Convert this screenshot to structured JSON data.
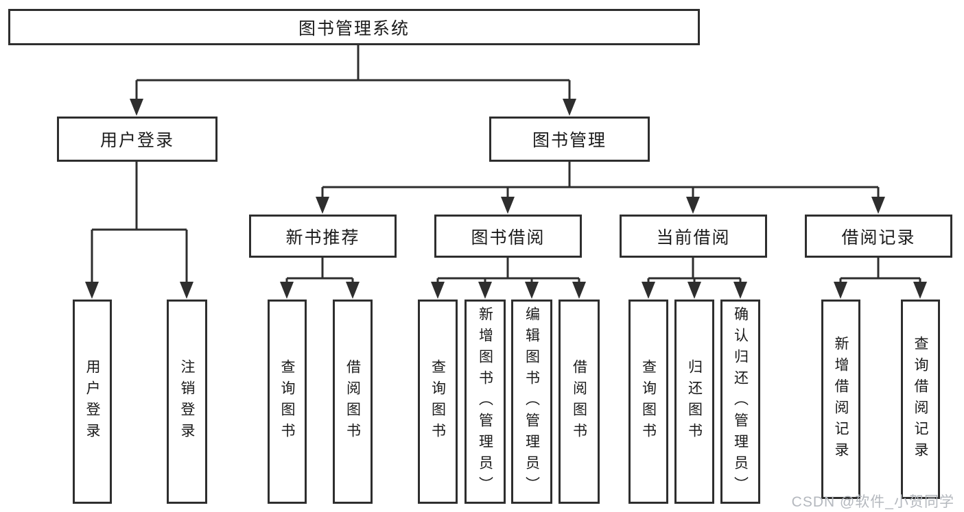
{
  "diagram": {
    "root": {
      "label": "图书管理系统"
    },
    "level2": [
      {
        "label": "用户登录"
      },
      {
        "label": "图书管理"
      }
    ],
    "level3": [
      {
        "label": "新书推荐"
      },
      {
        "label": "图书借阅"
      },
      {
        "label": "当前借阅"
      },
      {
        "label": "借阅记录"
      }
    ],
    "leaves": [
      {
        "label": "用户登录"
      },
      {
        "label": "注销登录"
      },
      {
        "label": "查询图书"
      },
      {
        "label": "借阅图书"
      },
      {
        "label": "查询图书"
      },
      {
        "label": "新增图书（管理员）"
      },
      {
        "label": "编辑图书（管理员）"
      },
      {
        "label": "借阅图书"
      },
      {
        "label": "查询图书"
      },
      {
        "label": "归还图书"
      },
      {
        "label": "确认归还（管理员）"
      },
      {
        "label": "新增借阅记录"
      },
      {
        "label": "查询借阅记录"
      }
    ],
    "watermark": "CSDN @软件_小贺同学",
    "colors": {
      "line": "#2e2e2e",
      "box_border": "#2e2e2e",
      "box_fill": "#ffffff",
      "text": "#1a1a1a",
      "watermark": "#b4b8be"
    }
  }
}
